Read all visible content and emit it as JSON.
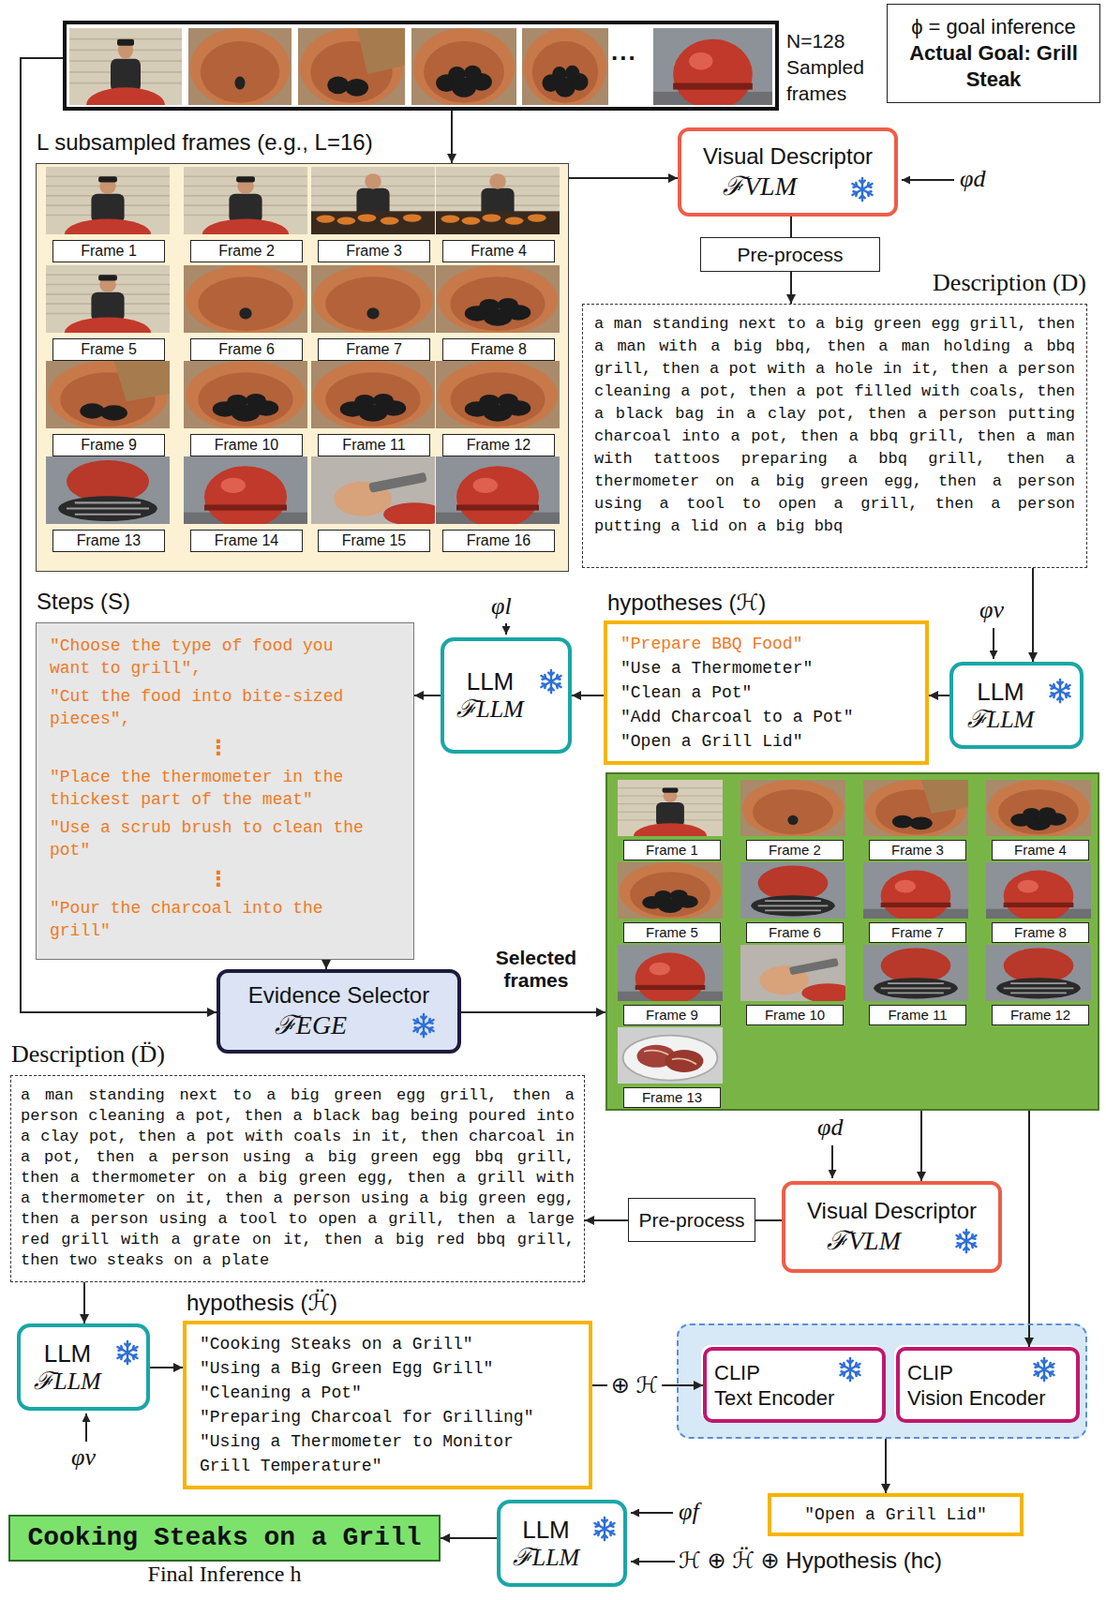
{
  "diagram": {
    "nodes": [
      {
        "text": [
          "N=128 Sampled frames"
        ]
      },
      {
        "text": [
          "ϕ = goal inference",
          "Actual Goal: Grill Steak"
        ]
      },
      {
        "text": [
          "L subsampled frames (e.g., L=16)"
        ]
      },
      {
        "text": [
          "Frame 1"
        ],
        "in": 2
      },
      {
        "text": [
          "Frame 2"
        ],
        "in": 2
      },
      {
        "text": [
          "Frame 3"
        ],
        "in": 2
      },
      {
        "text": [
          "Frame 4"
        ],
        "in": 2
      },
      {
        "text": [
          "Frame 5"
        ],
        "in": 2
      },
      {
        "text": [
          "Frame 6"
        ],
        "in": 2
      },
      {
        "text": [
          "Frame 7"
        ],
        "in": 2
      },
      {
        "text": [
          "Frame 8"
        ],
        "in": 2
      },
      {
        "text": [
          "Frame 9"
        ],
        "in": 2
      },
      {
        "text": [
          "Frame 10"
        ],
        "in": 2
      },
      {
        "text": [
          "Frame 11"
        ],
        "in": 2
      },
      {
        "text": [
          "Frame 12"
        ],
        "in": 2
      },
      {
        "text": [
          "Frame 13"
        ],
        "in": 2
      },
      {
        "text": [
          "Frame 14"
        ],
        "in": 2
      },
      {
        "text": [
          "Frame 15"
        ],
        "in": 2
      },
      {
        "text": [
          "Frame 16"
        ],
        "in": 2
      },
      {
        "text": [
          "Visual Descriptor",
          "ℱVLM"
        ]
      },
      {
        "text": [
          "Pre-process"
        ]
      },
      {
        "text": [
          "Description (D)",
          "a man standing next to a big green egg grill, then a man with a big bbq, then a man holding a bbq grill, then a pot with a hole in it, then a person cleaning a pot, then a pot filled with coals, then a black bag in a clay pot, then a person putting charcoal into a pot, then a bbq grill, then a man with tattoos preparing a bbq grill, then a thermometer on a big green egg, then a person using a tool to open a grill, then a person putting a lid on a big bbq"
        ]
      },
      {
        "text": [
          "Steps (S)",
          "\"Choose the type of food you want to grill\",",
          "\"Cut the food into bite-sized pieces\",",
          "⋮",
          "\"Place the thermometer in the thickest part of the meat\"",
          "\"Use a scrub brush to clean the pot\"",
          "⋮",
          "\"Pour the charcoal into the grill\""
        ]
      },
      {
        "text": [
          "LLM",
          "ℱLLM"
        ]
      },
      {
        "text": [
          "hypotheses (ℋ)",
          "\"Prepare BBQ Food\"",
          "\"Use a Thermometer\"",
          "\"Clean a Pot\"",
          "\"Add Charcoal to a Pot\"",
          "\"Open a Grill Lid\""
        ]
      },
      {
        "text": [
          "LLM",
          "ℱLLM"
        ]
      },
      {
        "text": [
          "Evidence Selector",
          "ℱEGE"
        ]
      },
      {
        "text": []
      },
      {
        "text": [
          "Frame 1"
        ],
        "in": 27
      },
      {
        "text": [
          "Frame 2"
        ],
        "in": 27
      },
      {
        "text": [
          "Frame 3"
        ],
        "in": 27
      },
      {
        "text": [
          "Frame 4"
        ],
        "in": 27
      },
      {
        "text": [
          "Frame 5"
        ],
        "in": 27
      },
      {
        "text": [
          "Frame 6"
        ],
        "in": 27
      },
      {
        "text": [
          "Frame 7"
        ],
        "in": 27
      },
      {
        "text": [
          "Frame 8"
        ],
        "in": 27
      },
      {
        "text": [
          "Frame 9"
        ],
        "in": 27
      },
      {
        "text": [
          "Frame 10"
        ],
        "in": 27
      },
      {
        "text": [
          "Frame 11"
        ],
        "in": 27
      },
      {
        "text": [
          "Frame 12"
        ],
        "in": 27
      },
      {
        "text": [
          "Frame 13"
        ],
        "in": 27
      },
      {
        "text": [
          "Description (D̈)",
          "a man standing next to a big green egg grill, then a person cleaning a pot, then a black bag being poured into a clay pot, then a pot with coals in it, then charcoal in a pot, then a person using a big green egg bbq grill, then a thermometer on a big green egg, then a grill with a thermometer on it, then a person using a big green egg, then a person using a tool to open a grill, then a large red grill with a grate on it, then a big red bbq grill, then two steaks on a plate"
        ]
      },
      {
        "text": [
          "Visual Descriptor",
          "ℱVLM"
        ]
      },
      {
        "text": [
          "Pre-process"
        ]
      },
      {
        "text": [
          "LLM",
          "ℱLLM"
        ]
      },
      {
        "text": [
          "hypothesis (ℋ̈)",
          "\"Cooking Steaks on a Grill\"",
          "\"Using a Big Green Egg Grill\"",
          "\"Cleaning a Pot\"",
          "\"Preparing Charcoal for Grilling\"",
          "\"Using a Thermometer to Monitor Grill Temperature\""
        ]
      },
      {
        "text": []
      },
      {
        "text": [
          "CLIP",
          "Text Encoder"
        ],
        "in": 46
      },
      {
        "text": [
          "CLIP",
          "Vision Encoder"
        ],
        "in": 46
      },
      {
        "text": [
          "\"Open a Grill Lid\""
        ]
      },
      {
        "text": [
          "LLM",
          "ℱLLM"
        ]
      },
      {
        "text": [
          "Cooking Steaks on a Grill",
          "Final Inference h"
        ]
      }
    ],
    "edges": [
      {
        "from": 0,
        "to": 2,
        "arrow": "to"
      },
      {
        "from": 2,
        "to": 19,
        "arrow": "to"
      },
      {
        "from": 19,
        "to": 20,
        "arrow": "none"
      },
      {
        "from": 20,
        "to": 21,
        "arrow": "to"
      },
      {
        "from": 21,
        "to": 25,
        "arrow": "to"
      },
      {
        "from": 25,
        "to": 24,
        "arrow": "to"
      },
      {
        "from": 24,
        "to": 23,
        "arrow": "to"
      },
      {
        "from": 23,
        "to": 22,
        "arrow": "to"
      },
      {
        "from": 22,
        "to": 26,
        "arrow": "to"
      },
      {
        "from": 0,
        "to": 26,
        "arrow": "to"
      },
      {
        "from": 26,
        "to": 27,
        "label": "Selected frames",
        "arrow": "to"
      },
      {
        "from": 27,
        "to": 42,
        "arrow": "to"
      },
      {
        "from": 42,
        "to": 43,
        "arrow": "none"
      },
      {
        "from": 43,
        "to": 41,
        "arrow": "to"
      },
      {
        "from": 41,
        "to": 44,
        "arrow": "to"
      },
      {
        "from": 44,
        "to": 45,
        "arrow": "to"
      },
      {
        "from": 45,
        "to": 47,
        "label": "⊕ ℋ",
        "arrow": "to"
      },
      {
        "from": 27,
        "to": 48,
        "arrow": "to"
      },
      {
        "from": 46,
        "to": 49,
        "arrow": "to"
      },
      {
        "from": 50,
        "to": 51,
        "arrow": "to"
      }
    ],
    "labels": [
      "...",
      "φd",
      "φv",
      "φl",
      "φd",
      "φv",
      "φf",
      "ℋ ⊕ ℋ̈ ⊕ Hypothesis (hc)"
    ]
  }
}
